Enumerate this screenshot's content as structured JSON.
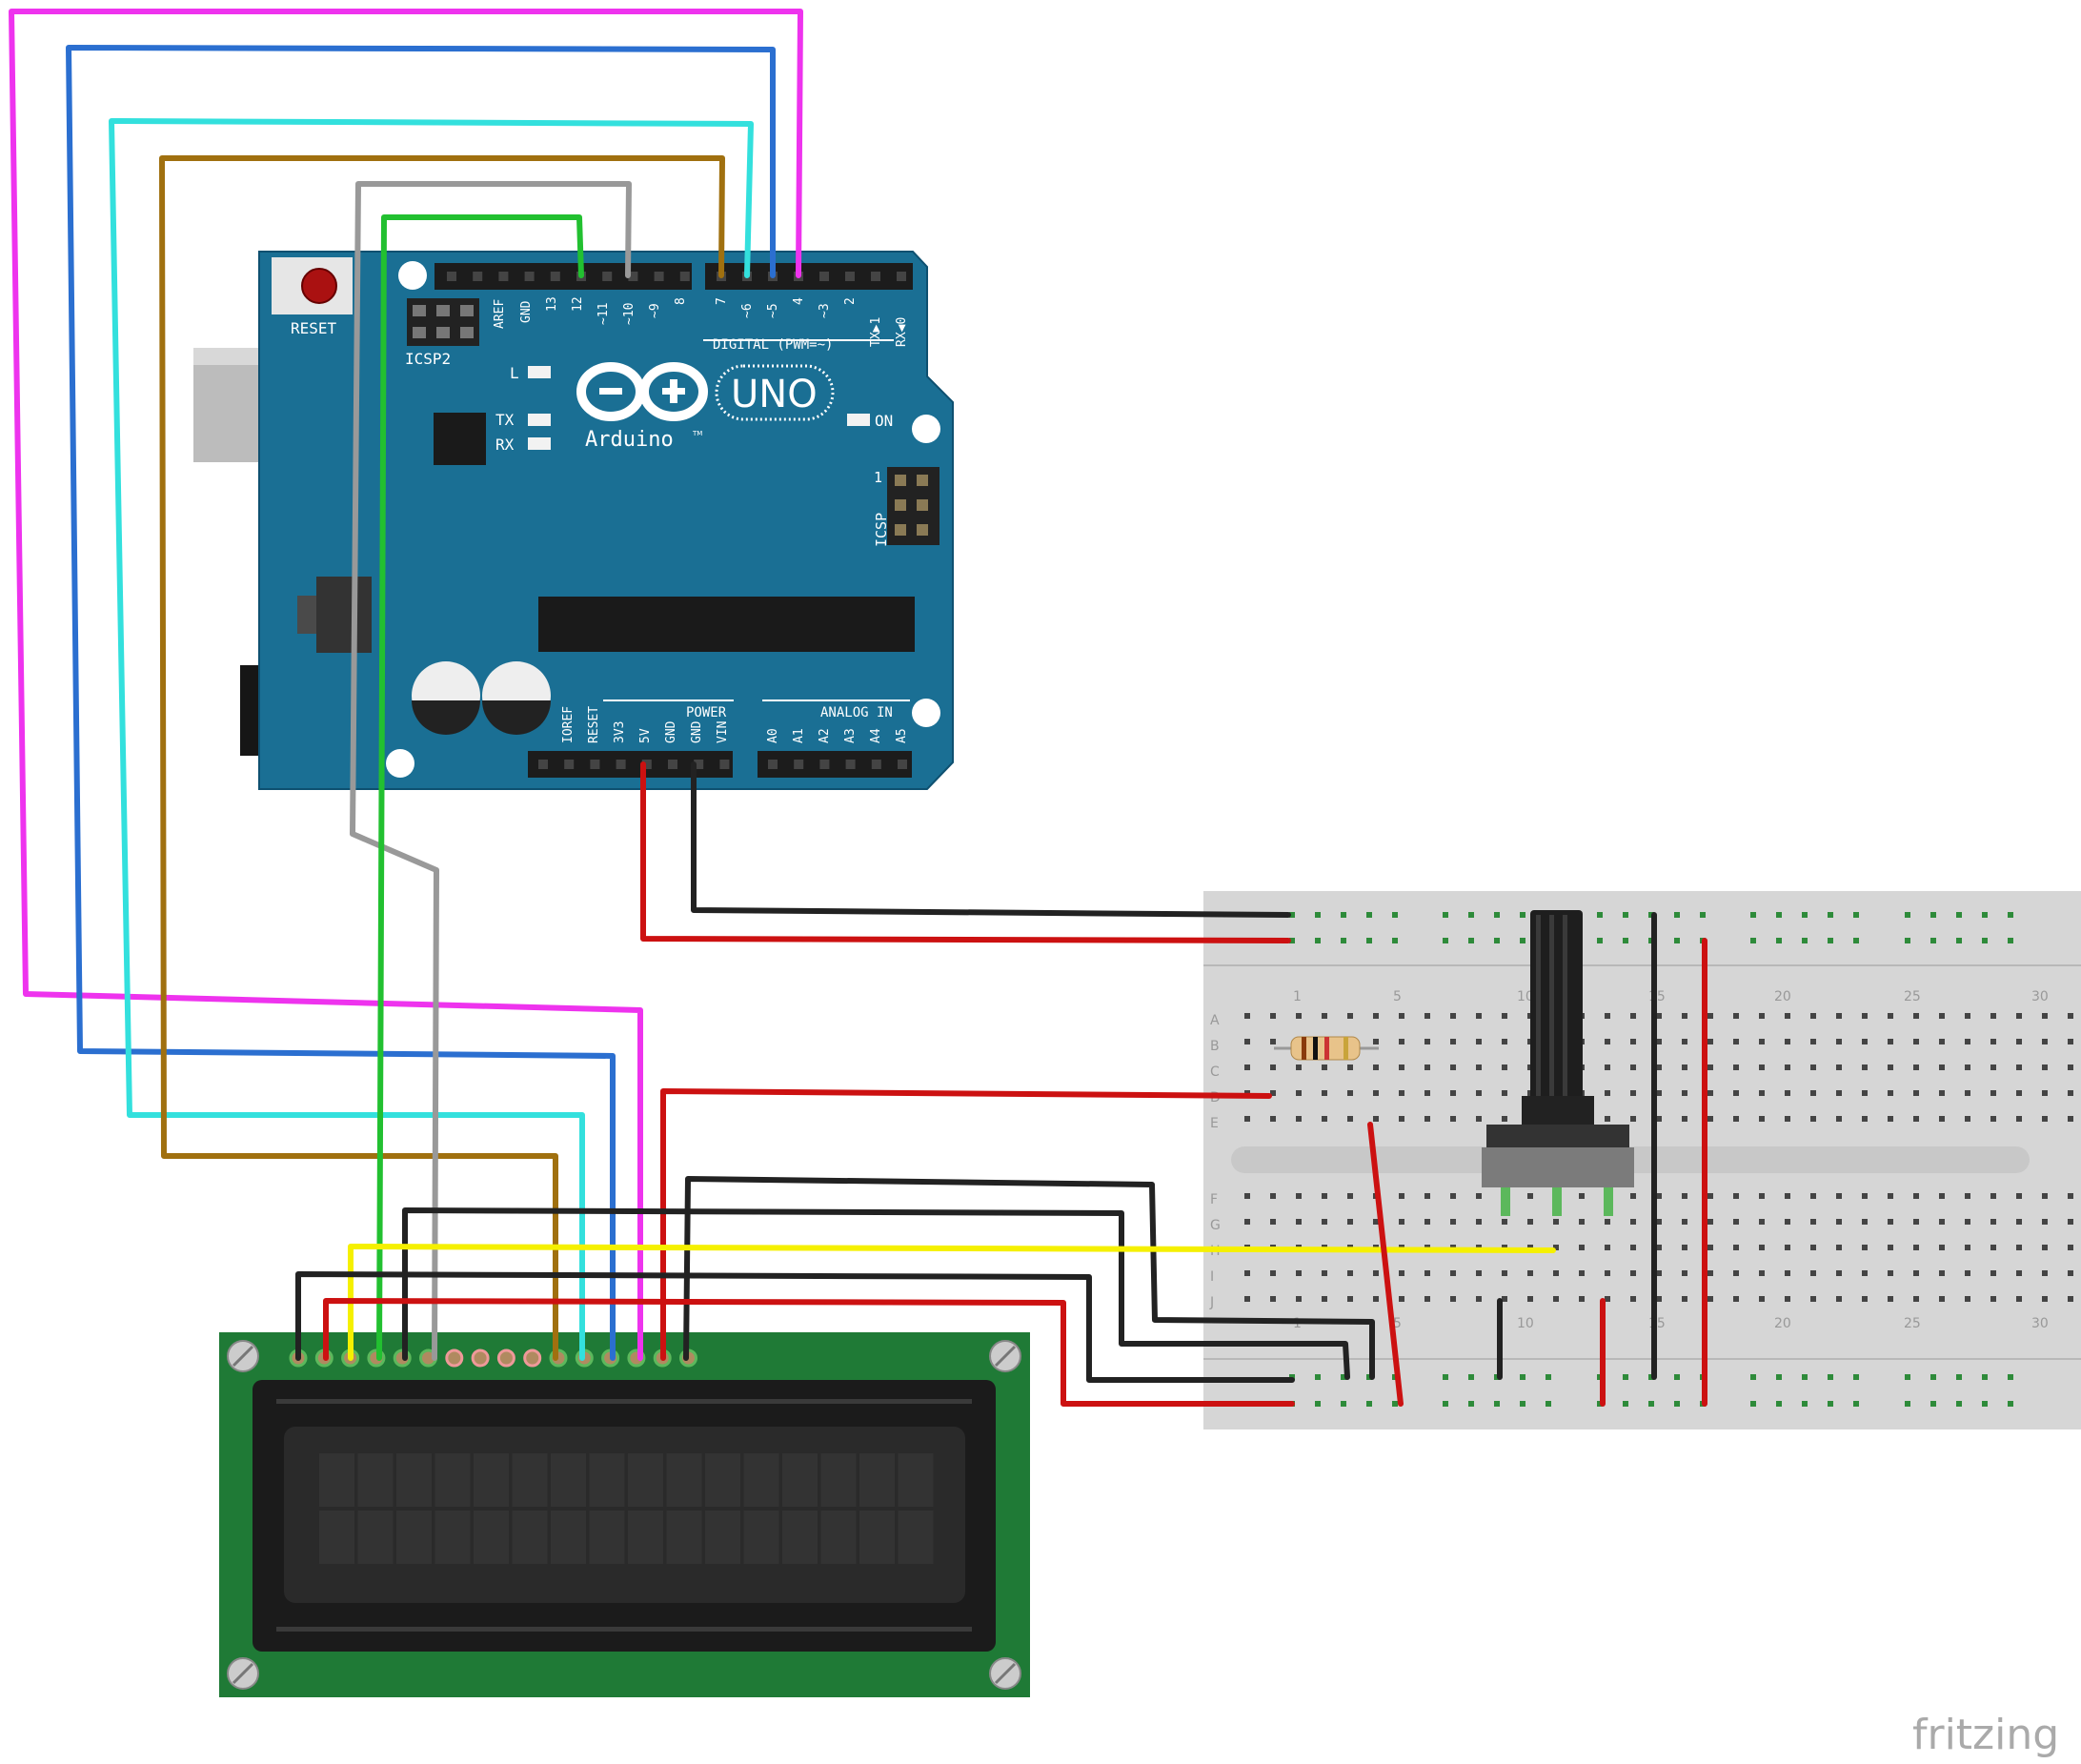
{
  "arduino": {
    "reset_label": "RESET",
    "icsp2_label": "ICSP2",
    "icsp_label": "ICSP",
    "icsp_pin1": "1",
    "l_label": "L",
    "tx_label": "TX",
    "rx_label": "RX",
    "on_label": "ON",
    "logo_name": "Arduino",
    "logo_tm": "TM",
    "uno_label": "UNO",
    "digital_label": "DIGITAL (PWM=~)",
    "power_label": "POWER",
    "analog_label": "ANALOG IN",
    "digital_pins": [
      "AREF",
      "GND",
      "13",
      "12",
      "~11",
      "~10",
      "~9",
      "8",
      "7",
      "~6",
      "~5",
      "4",
      "~3",
      "2",
      "TX▶1",
      "RX◀0"
    ],
    "power_pins": [
      "IOREF",
      "RESET",
      "3V3",
      "5V",
      "GND",
      "GND",
      "VIN"
    ],
    "analog_pins": [
      "A0",
      "A1",
      "A2",
      "A3",
      "A4",
      "A5"
    ]
  },
  "breadboard": {
    "row_letters_top": [
      "A",
      "B",
      "C",
      "D",
      "E"
    ],
    "row_letters_bottom": [
      "F",
      "G",
      "H",
      "I",
      "J"
    ],
    "column_numbers": [
      "1",
      "5",
      "10",
      "15",
      "20",
      "25",
      "30"
    ]
  },
  "footer": {
    "fritzing_logo": "fritzing"
  },
  "colors": {
    "board_blue": "#1a6f94",
    "lcd_green": "#1f7a36",
    "wire_magenta": "#ee33ee",
    "wire_blue": "#2b6fd0",
    "wire_cyan": "#33e0dd",
    "wire_brown": "#a0700f",
    "wire_gray": "#999999",
    "wire_green": "#22c030",
    "wire_red": "#cc1111",
    "wire_black": "#222222",
    "wire_yellow": "#f5f000"
  }
}
